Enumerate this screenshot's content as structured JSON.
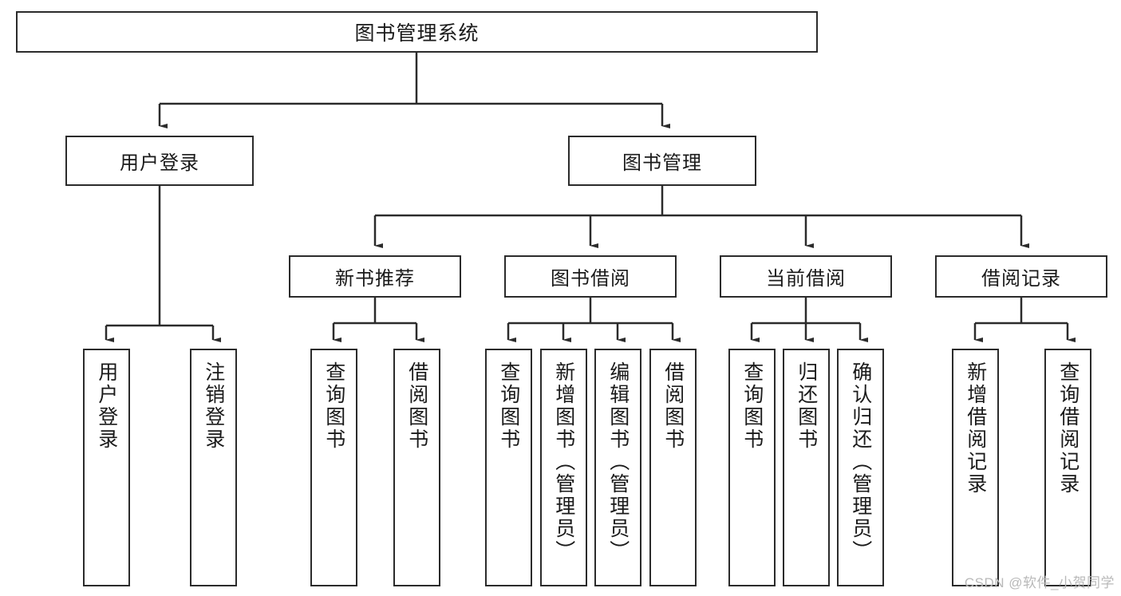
{
  "diagram": {
    "type": "hierarchy-tree",
    "root": {
      "id": "root",
      "label": "图书管理系统"
    },
    "level2": [
      {
        "id": "user-login",
        "label": "用户登录"
      },
      {
        "id": "book-manage",
        "label": "图书管理"
      }
    ],
    "level3": [
      {
        "id": "new-book-rec",
        "label": "新书推荐"
      },
      {
        "id": "book-borrow",
        "label": "图书借阅"
      },
      {
        "id": "current-borrow",
        "label": "当前借阅"
      },
      {
        "id": "borrow-record",
        "label": "借阅记录"
      }
    ],
    "leaves": [
      {
        "id": "leaf-user-login",
        "parent": "user-login",
        "label": "用户登录"
      },
      {
        "id": "leaf-logout",
        "parent": "user-login",
        "label": "注销登录"
      },
      {
        "id": "leaf-query-book-1",
        "parent": "new-book-rec",
        "label": "查询图书"
      },
      {
        "id": "leaf-borrow-book-1",
        "parent": "new-book-rec",
        "label": "借阅图书"
      },
      {
        "id": "leaf-query-book-2",
        "parent": "book-borrow",
        "label": "查询图书"
      },
      {
        "id": "leaf-add-book",
        "parent": "book-borrow",
        "label": "新增图书（管理员）"
      },
      {
        "id": "leaf-edit-book",
        "parent": "book-borrow",
        "label": "编辑图书（管理员）"
      },
      {
        "id": "leaf-borrow-book-2",
        "parent": "book-borrow",
        "label": "借阅图书"
      },
      {
        "id": "leaf-query-book-3",
        "parent": "current-borrow",
        "label": "查询图书"
      },
      {
        "id": "leaf-return-book",
        "parent": "current-borrow",
        "label": "归还图书"
      },
      {
        "id": "leaf-confirm-return",
        "parent": "current-borrow",
        "label": "确认归还（管理员）"
      },
      {
        "id": "leaf-add-record",
        "parent": "borrow-record",
        "label": "新增借阅记录"
      },
      {
        "id": "leaf-query-record",
        "parent": "borrow-record",
        "label": "查询借阅记录"
      }
    ]
  },
  "watermark": {
    "text": "CSDN @软件_小贺同学"
  },
  "colors": {
    "stroke": "#2b2b2b",
    "background": "#ffffff",
    "text": "#1a1a1a",
    "watermark": "#b9b9b9"
  }
}
